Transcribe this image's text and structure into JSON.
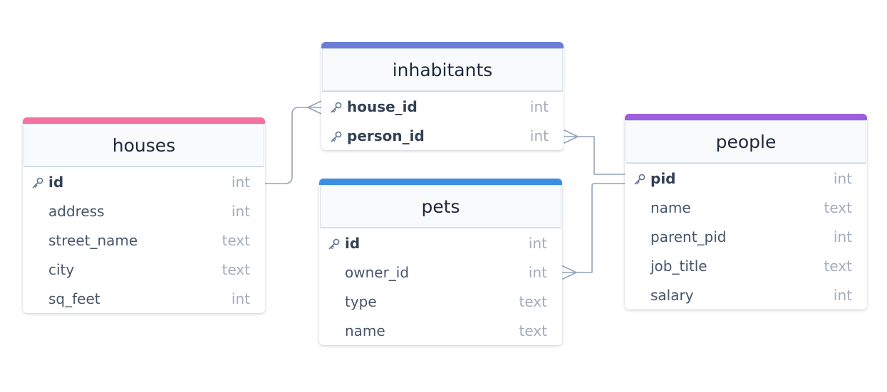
{
  "colors": {
    "houses": "#f472a0",
    "inhabitants": "#6b7dd6",
    "pets": "#3b8fe0",
    "people": "#9b5fe0",
    "connector": "#94a3b8"
  },
  "tables": {
    "houses": {
      "name": "houses",
      "fields": [
        {
          "name": "id",
          "type": "int",
          "pk": true
        },
        {
          "name": "address",
          "type": "int",
          "pk": false
        },
        {
          "name": "street_name",
          "type": "text",
          "pk": false
        },
        {
          "name": "city",
          "type": "text",
          "pk": false
        },
        {
          "name": "sq_feet",
          "type": "int",
          "pk": false
        }
      ]
    },
    "inhabitants": {
      "name": "inhabitants",
      "fields": [
        {
          "name": "house_id",
          "type": "int",
          "pk": true
        },
        {
          "name": "person_id",
          "type": "int",
          "pk": true
        }
      ]
    },
    "pets": {
      "name": "pets",
      "fields": [
        {
          "name": "id",
          "type": "int",
          "pk": true
        },
        {
          "name": "owner_id",
          "type": "int",
          "pk": false
        },
        {
          "name": "type",
          "type": "text",
          "pk": false
        },
        {
          "name": "name",
          "type": "text",
          "pk": false
        }
      ]
    },
    "people": {
      "name": "people",
      "fields": [
        {
          "name": "pid",
          "type": "int",
          "pk": true
        },
        {
          "name": "name",
          "type": "text",
          "pk": false
        },
        {
          "name": "parent_pid",
          "type": "int",
          "pk": false
        },
        {
          "name": "job_title",
          "type": "text",
          "pk": false
        },
        {
          "name": "salary",
          "type": "int",
          "pk": false
        }
      ]
    }
  },
  "relationships": [
    {
      "from": "houses.id",
      "to": "inhabitants.house_id",
      "cardinality": "one-to-many"
    },
    {
      "from": "people.pid",
      "to": "inhabitants.person_id",
      "cardinality": "one-to-many"
    },
    {
      "from": "people.pid",
      "to": "pets.owner_id",
      "cardinality": "one-to-many"
    }
  ]
}
